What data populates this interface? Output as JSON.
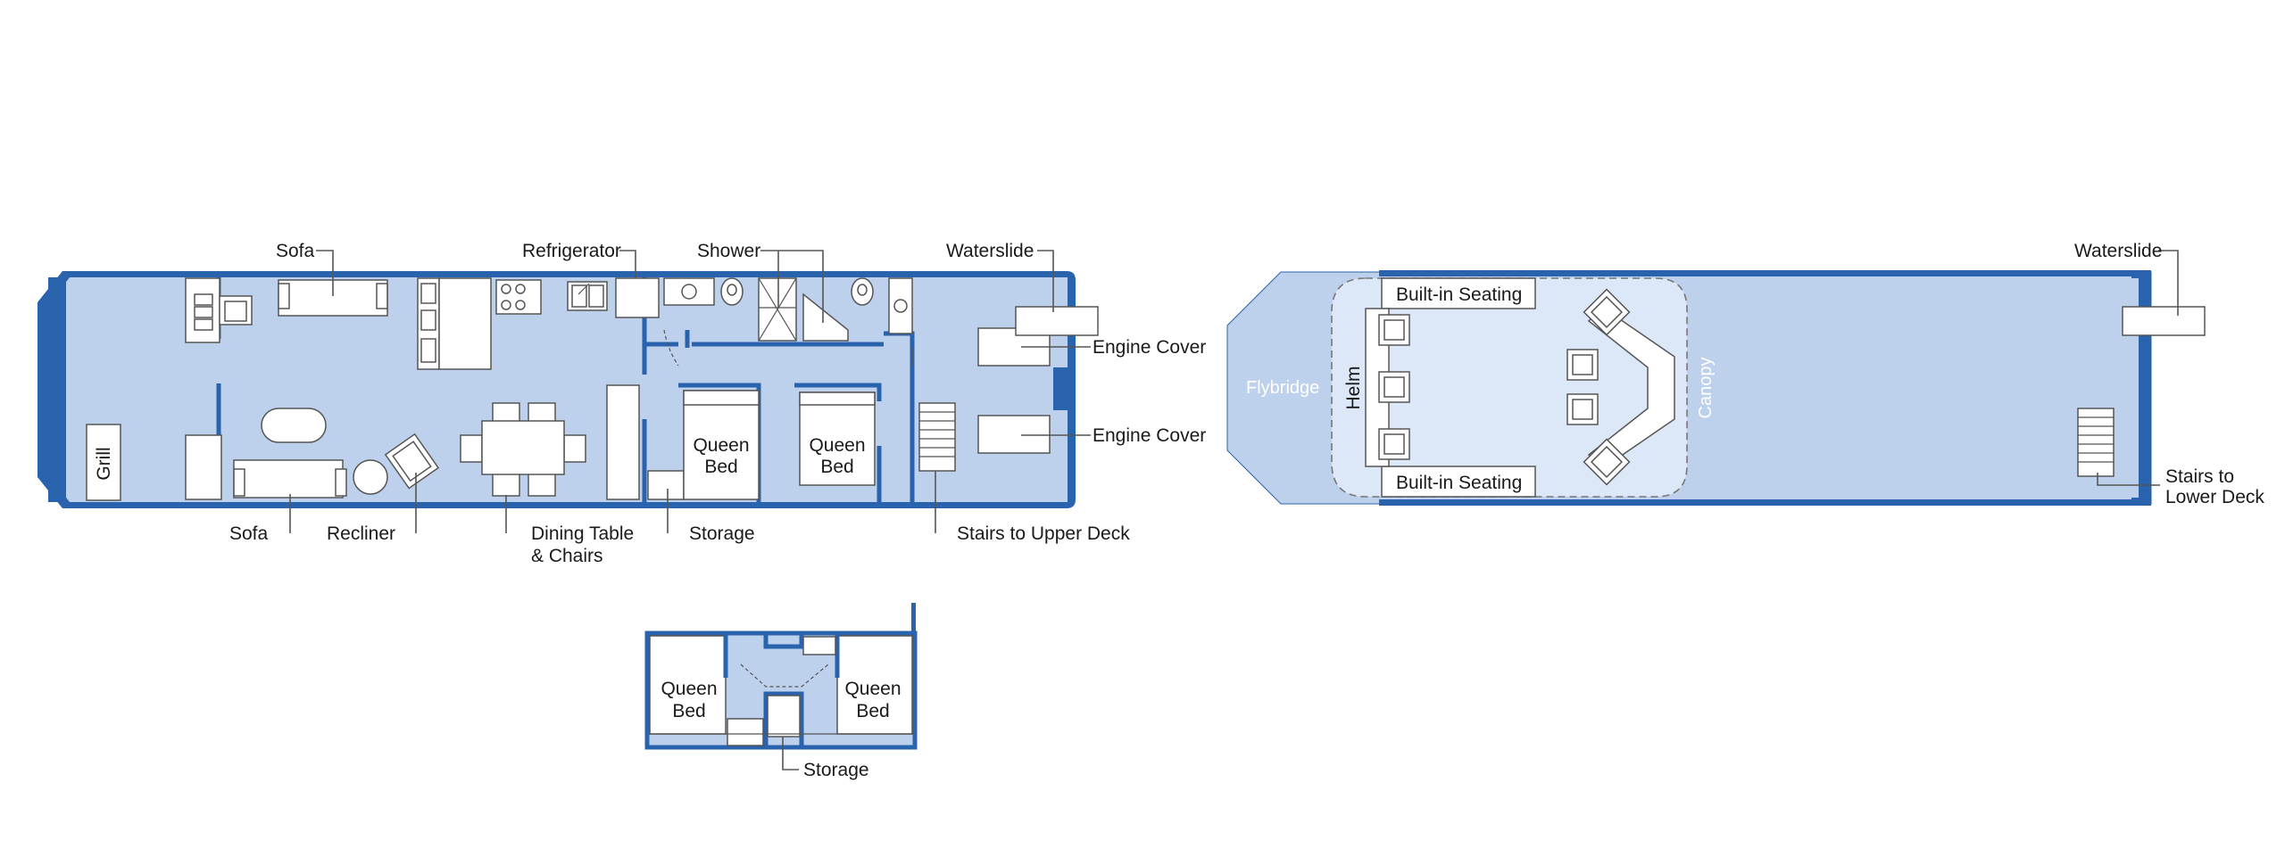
{
  "colors": {
    "hull": "#2a63ad",
    "floor": "#bdd0ec",
    "canopy_area": "#dce8f7",
    "fixture": "#ffffff",
    "leader": "#555555"
  },
  "main_deck": {
    "labels": {
      "sofa_top": "Sofa",
      "refrigerator": "Refrigerator",
      "shower": "Shower",
      "waterslide": "Waterslide",
      "engine_cover_1": "Engine Cover",
      "engine_cover_2": "Engine Cover",
      "grill": "Grill",
      "sofa_bottom": "Sofa",
      "recliner": "Recliner",
      "dining_line1": "Dining Table",
      "dining_line2": "& Chairs",
      "storage": "Storage",
      "stairs_upper": "Stairs to Upper Deck",
      "bed1_line1": "Queen",
      "bed1_line2": "Bed",
      "bed2_line1": "Queen",
      "bed2_line2": "Bed"
    }
  },
  "upper_deck": {
    "labels": {
      "waterslide": "Waterslide",
      "flybridge": "Flybridge",
      "helm": "Helm",
      "canopy": "Canopy",
      "seating_top": "Built-in Seating",
      "seating_bottom": "Built-in Seating",
      "stairs_line1": "Stairs to",
      "stairs_line2": "Lower Deck"
    }
  },
  "lower_module": {
    "labels": {
      "bed1_line1": "Queen",
      "bed1_line2": "Bed",
      "bed2_line1": "Queen",
      "bed2_line2": "Bed",
      "storage": "Storage"
    }
  }
}
